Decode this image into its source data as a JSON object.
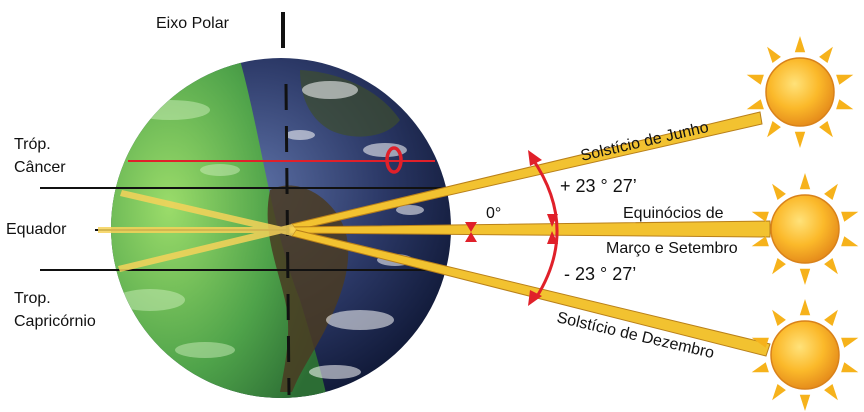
{
  "labels": {
    "polar_axis": "Eixo Polar",
    "tropic_cancer": [
      "Tróp.",
      "Câncer"
    ],
    "equator": "Equador",
    "tropic_capricorn": [
      "Trop.",
      "Capricórnio"
    ],
    "zero_angle": "0°",
    "angle_north": "+ 23 ° 27’",
    "angle_south": "- 23 ° 27’",
    "solstice_june": "Solstício de Junho",
    "equinox": [
      "Equinócios de",
      "Março e Setembro"
    ],
    "solstice_december": "Solstício de Dezembro"
  },
  "colors": {
    "ray": "#f2c230",
    "ray_edge": "#b9801a",
    "arc": "#e0202a",
    "parallel_line": "#e0202a",
    "sun": "#f6b21b",
    "sun_core": "#fbd23e",
    "ocean": "#1e2a55",
    "land": "#4ea24a"
  },
  "icons": {
    "sun": "sun-icon",
    "earth": "earth-globe-icon"
  }
}
